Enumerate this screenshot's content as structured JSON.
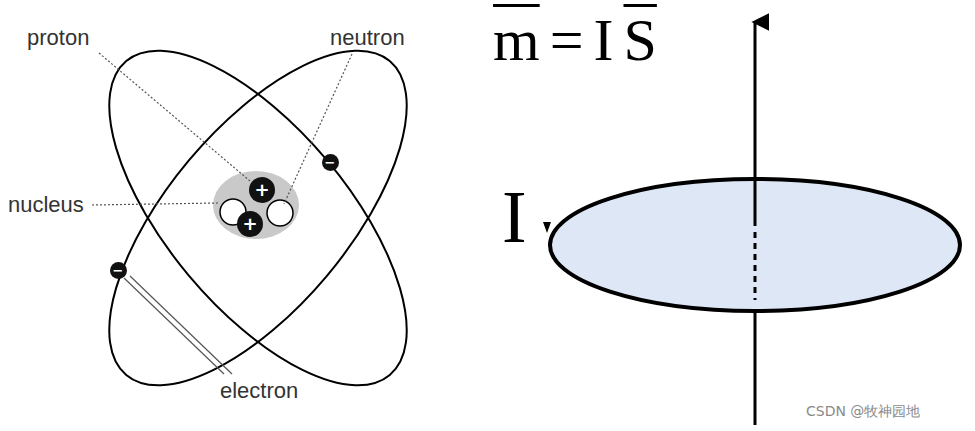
{
  "diagram": {
    "nodes": [
      {
        "text": [
          "+"
        ]
      },
      {
        "text": [
          "+"
        ]
      },
      {
        "text": [
          "−"
        ]
      },
      {
        "text": [
          "−"
        ]
      }
    ],
    "labels": [
      "proton",
      "neutron",
      "nucleus",
      "electron",
      "m",
      "=",
      "I",
      "S",
      "I",
      "CSDN @牧神园地"
    ]
  }
}
